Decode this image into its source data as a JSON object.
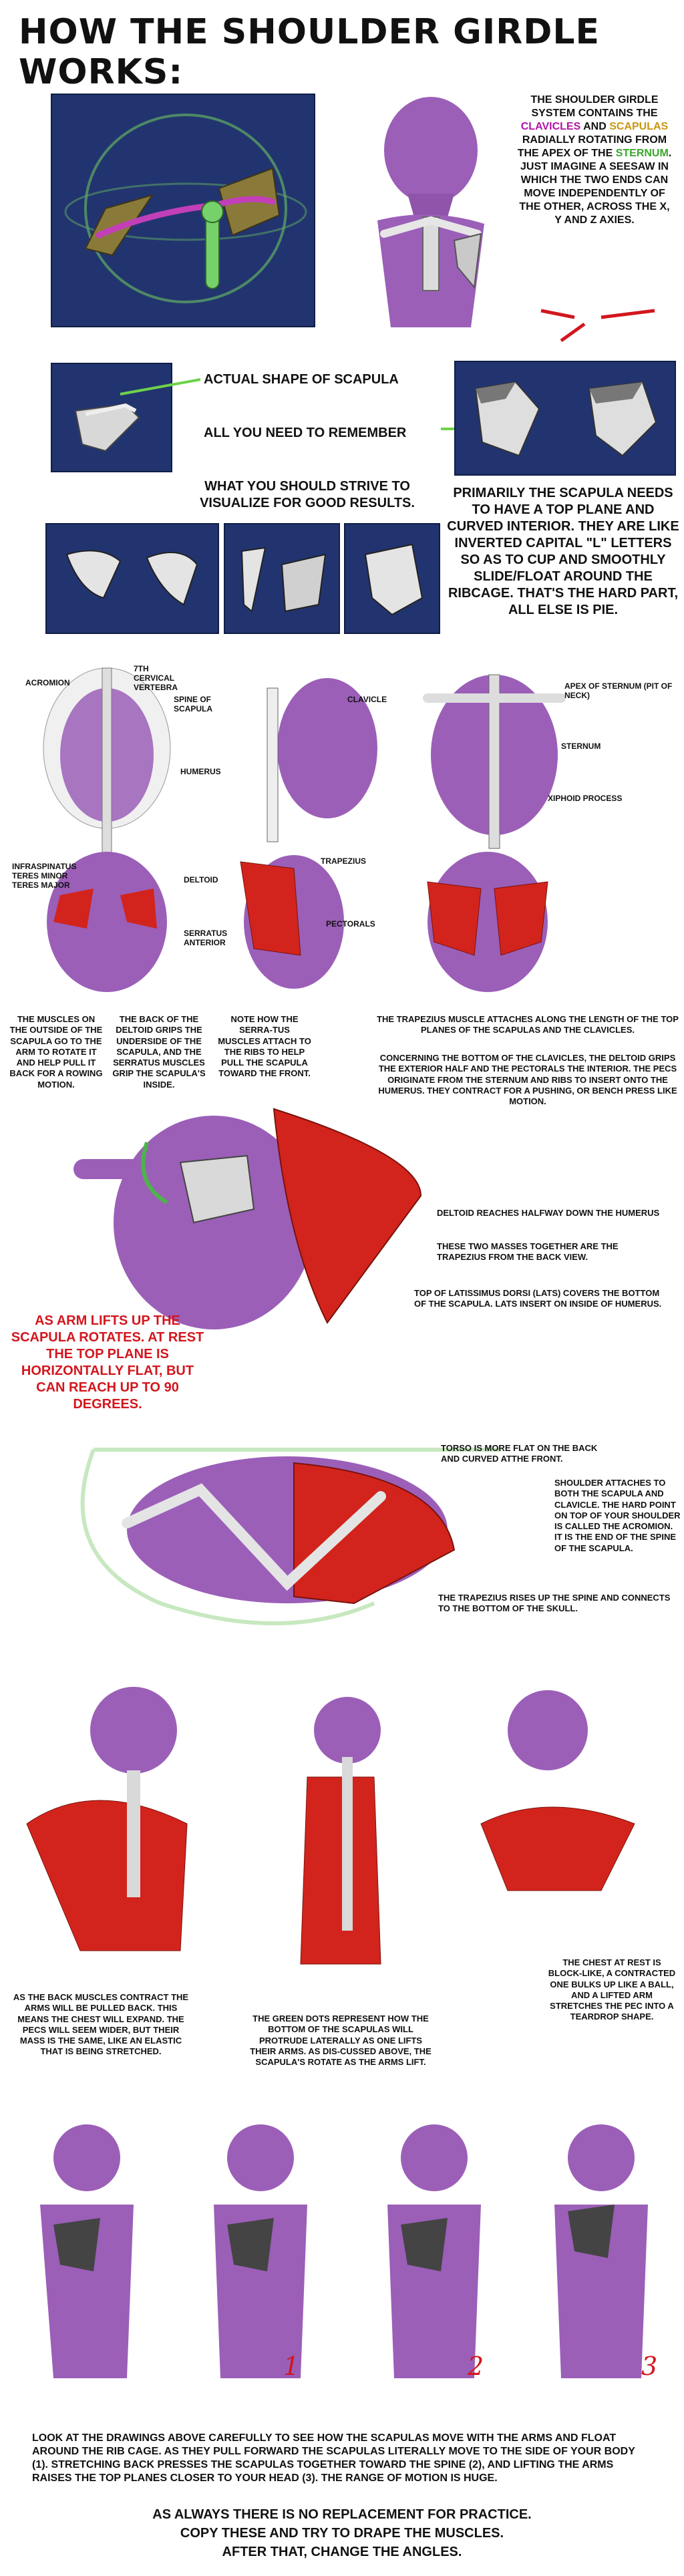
{
  "title": "HOW THE SHOULDER GIRDLE WORKS:",
  "intro": {
    "part1": "THE SHOULDER GIRDLE SYSTEM CONTAINS THE",
    "clavicles": "CLAVICLES",
    "and": "AND",
    "scapulas": "SCAPULAS",
    "part2": "RADIALLY ROTATING FROM THE APEX OF THE",
    "sternum": "STERNUM",
    "part3": ". JUST IMAGINE A SEESAW IN WHICH THE TWO ENDS CAN MOVE INDEPENDENTLY OF THE OTHER, ACROSS THE X, Y AND Z AXIES."
  },
  "scapula": {
    "actual_shape": "ACTUAL SHAPE OF SCAPULA",
    "remember": "ALL YOU NEED TO REMEMBER",
    "strive": "WHAT YOU SHOULD STRIVE TO VISUALIZE FOR GOOD RESULTS.",
    "primarily": "PRIMARILY THE SCAPULA NEEDS TO HAVE A TOP PLANE AND CURVED INTERIOR. THEY ARE LIKE INVERTED CAPITAL \"L\" LETTERS SO AS TO CUP AND SMOOTHLY SLIDE/FLOAT AROUND THE RIBCAGE. THAT'S THE HARD PART, ALL ELSE IS PIE."
  },
  "anatomy_labels": {
    "acromion": "ACROMION",
    "seventh_cervical": "7TH CERVICAL VERTEBRA",
    "spine_of_scapula": "SPINE OF SCAPULA",
    "humerus": "HUMERUS",
    "clavicle": "CLAVICLE",
    "apex_of_sternum": "APEX OF STERNUM (PIT OF NECK)",
    "sternum": "STERNUM",
    "xiphoid": "XIPHOID PROCESS",
    "infraspinatus": "INFRASPINATUS TERES MINOR TERES MAJOR",
    "deltoid": "DELTOID",
    "serratus": "SERRATUS ANTERIOR",
    "trapezius": "TRAPEZIUS",
    "pectorals": "PECTORALS"
  },
  "muscle_notes": {
    "outside": "THE MUSCLES ON THE OUTSIDE OF THE SCAPULA GO TO THE ARM TO ROTATE IT AND HELP PULL IT BACK FOR A ROWING MOTION.",
    "deltoid_grips": "THE BACK OF THE DELTOID GRIPS THE UNDERSIDE OF THE SCAPULA, AND THE SERRATUS MUSCLES GRIP THE SCAPULA'S INSIDE.",
    "serratus_note": "NOTE HOW THE SERRA-TUS MUSCLES ATTACH TO THE RIBS TO HELP PULL THE SCAPULA TOWARD THE FRONT.",
    "trapezius_attach": "THE TRAPEZIUS MUSCLE ATTACHES ALONG THE LENGTH OF THE TOP PLANES OF THE SCAPULAS AND THE CLAVICLES.",
    "concerning": "CONCERNING THE BOTTOM OF THE CLAVICLES, THE DELTOID GRIPS THE EXTERIOR HALF AND THE PECTORALS THE INTERIOR. THE PECS ORIGINATE FROM THE STERNUM AND RIBS TO INSERT ONTO THE HUMERUS. THEY CONTRACT FOR A PUSHING, OR BENCH PRESS LIKE MOTION."
  },
  "rotation": {
    "arm_lifts": "AS ARM LIFTS UP THE SCAPULA ROTATES. AT REST THE TOP PLANE IS HORIZONTALLY FLAT, BUT CAN REACH UP TO 90 DEGREES.",
    "deltoid_halfway": "DELTOID REACHES HALFWAY DOWN THE HUMERUS",
    "two_masses": "THESE TWO MASSES TOGETHER ARE THE TRAPEZIUS FROM THE BACK VIEW.",
    "lats": "TOP OF LATISSIMUS DORSI (LATS) COVERS THE BOTTOM OF THE SCAPULA. LATS INSERT ON INSIDE OF HUMERUS."
  },
  "top_view": {
    "torso": "TORSO IS MORE FLAT ON THE BACK AND CURVED ATTHE FRONT.",
    "shoulder_attaches": "SHOULDER ATTACHES TO BOTH THE SCAPULA AND CLAVICLE. THE HARD POINT ON TOP OF YOUR SHOULDER IS CALLED THE ACROMION. IT IS THE END OF THE SPINE OF THE SCAPULA.",
    "trapezius_rises": "THE TRAPEZIUS RISES UP THE SPINE AND CONNECTS TO THE BOTTOM OF THE SKULL."
  },
  "figures_notes": {
    "back_contract": "AS THE BACK MUSCLES CONTRACT THE ARMS WILL BE PULLED BACK. THIS MEANS THE CHEST WILL EXPAND. THE PECS WILL SEEM WIDER, BUT THEIR MASS IS THE SAME, LIKE AN ELASTIC THAT IS BEING STRETCHED.",
    "green_dots": "THE GREEN DOTS REPRESENT HOW THE BOTTOM OF THE SCAPULAS WILL PROTRUDE LATERALLY AS ONE LIFTS THEIR ARMS. AS DIS-CUSSED ABOVE, THE SCAPULA'S ROTATE AS THE ARMS LIFT.",
    "chest_rest": "THE CHEST AT REST IS BLOCK-LIKE, A CONTRACTED ONE BULKS UP LIKE A BALL, AND A LIFTED ARM STRETCHES THE PEC INTO A TEARDROP SHAPE."
  },
  "numbers": [
    "1",
    "2",
    "3"
  ],
  "closing": {
    "look": "LOOK AT THE DRAWINGS ABOVE CAREFULLY TO SEE HOW THE SCAPULAS MOVE WITH THE ARMS AND FLOAT AROUND THE RIB CAGE. AS THEY PULL FORWARD THE SCAPULAS LITERALLY MOVE TO THE SIDE OF YOUR BODY (1). STRETCHING BACK PRESSES THE SCAPULAS TOGETHER TOWARD THE SPINE (2), AND LIFTING THE ARMS RAISES THE TOP PLANES CLOSER TO YOUR HEAD (3). THE RANGE OF MOTION IS HUGE.",
    "line1": "AS ALWAYS THERE IS NO REPLACEMENT FOR PRACTICE.",
    "line2": "COPY THESE AND TRY TO DRAPE THE MUSCLES.",
    "line3": "AFTER THAT, CHANGE THE ANGLES."
  },
  "colors": {
    "panel_blue": "#22346f",
    "purple": "#9b5fb8",
    "muscle_red": "#d2241c",
    "accent_green": "#6fd24a",
    "bone_grey": "#d9d9d9",
    "text_red": "#d3161e"
  }
}
